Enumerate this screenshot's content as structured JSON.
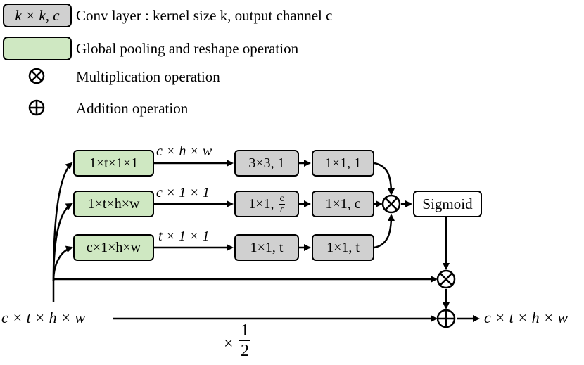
{
  "legend": {
    "conv_box_text": "k × k, c",
    "conv_desc": "Conv layer : kernel size k, output channel c",
    "pool_desc": "Global pooling and reshape operation",
    "mult_desc": "Multiplication operation",
    "add_desc": "Addition operation"
  },
  "branches": {
    "top": {
      "pool": "1×t×1×1",
      "edge_label": "c × h × w",
      "conv1": "3×3, 1",
      "conv2": "1×1, 1"
    },
    "mid": {
      "pool": "1×t×h×w",
      "edge_label": "c × 1 × 1",
      "conv1_prefix": "1×1, ",
      "conv1_num": "c",
      "conv1_den": "r",
      "conv2": "1×1, c"
    },
    "bot": {
      "pool": "c×1×h×w",
      "edge_label": "t × 1 × 1",
      "conv1": "1×1, t",
      "conv2": "1×1, t"
    }
  },
  "sigmoid": "Sigmoid",
  "input_label": "c × t × h × w",
  "output_label": "c × t × h × w",
  "scale": {
    "prefix": "×",
    "num": "1",
    "den": "2"
  }
}
